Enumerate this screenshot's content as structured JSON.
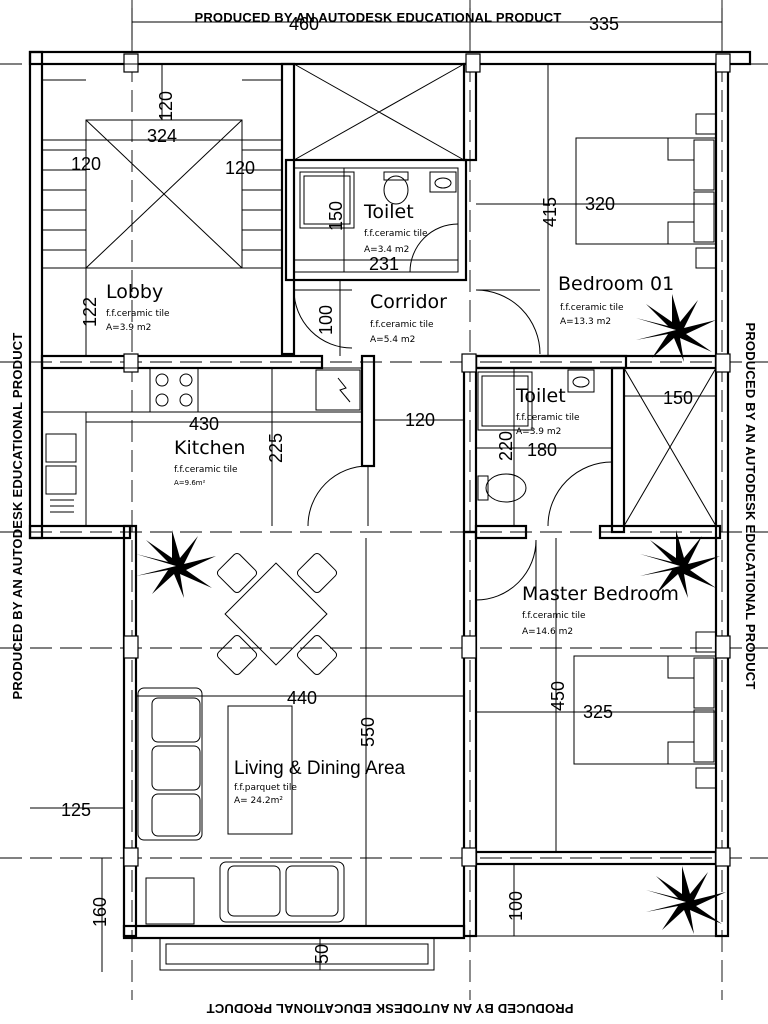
{
  "watermark": {
    "top": "PRODUCED BY AN AUTODESK EDUCATIONAL PRODUCT",
    "bottom": "PRODUCED BY AN AUTODESK EDUCATIONAL PRODUCT",
    "left": "PRODUCED BY AN AUTODESK EDUCATIONAL PRODUCT",
    "right": "PRODUCED BY AN AUTODESK EDUCATIONAL PRODUCT"
  },
  "rooms": {
    "lobby": {
      "name": "Lobby",
      "finish": "f.f.ceramic tile",
      "area": "A=3.9 m2"
    },
    "toilet1": {
      "name": "Toilet",
      "finish": "f.f.ceramic tile",
      "area": "A=3.4 m2"
    },
    "corridor": {
      "name": "Corridor",
      "finish": "f.f.ceramic tile",
      "area": "A=5.4 m2"
    },
    "bedroom01": {
      "name": "Bedroom 01",
      "finish": "f.f.ceramic tile",
      "area": "A=13.3 m2"
    },
    "kitchen": {
      "name": "Kitchen",
      "finish": "f.f.ceramic tile",
      "area": "A=9.6m²"
    },
    "toilet2": {
      "name": "Toilet",
      "finish": "f.f.ceramic tile",
      "area": "A=3.9 m2"
    },
    "master": {
      "name": "Master Bedroom",
      "finish": "f.f.ceramic tile",
      "area": "A=14.6 m2"
    },
    "living": {
      "name": "Living & Dining Area",
      "finish": "f.f.parquet tile",
      "area": "A= 24.2m²"
    }
  },
  "dimensions": {
    "top_left": "460",
    "top_right": "335",
    "stair_width": "324",
    "stair_120_vert": "120",
    "stair_120_left": "120",
    "stair_120_right": "120",
    "lobby_122": "122",
    "toilet1_150": "150",
    "toilet1_231": "231",
    "corridor_100": "100",
    "bed01_415": "415",
    "bed01_320": "320",
    "kitchen_430": "430",
    "kitchen_225": "225",
    "corridor_120": "120",
    "toilet2_220": "220",
    "toilet2_180": "180",
    "shaft_150": "150",
    "living_440": "440",
    "living_550": "550",
    "master_450": "450",
    "master_325": "325",
    "left_125": "125",
    "balcony_160": "160",
    "balcony_50": "50",
    "balcony_100": "100"
  }
}
